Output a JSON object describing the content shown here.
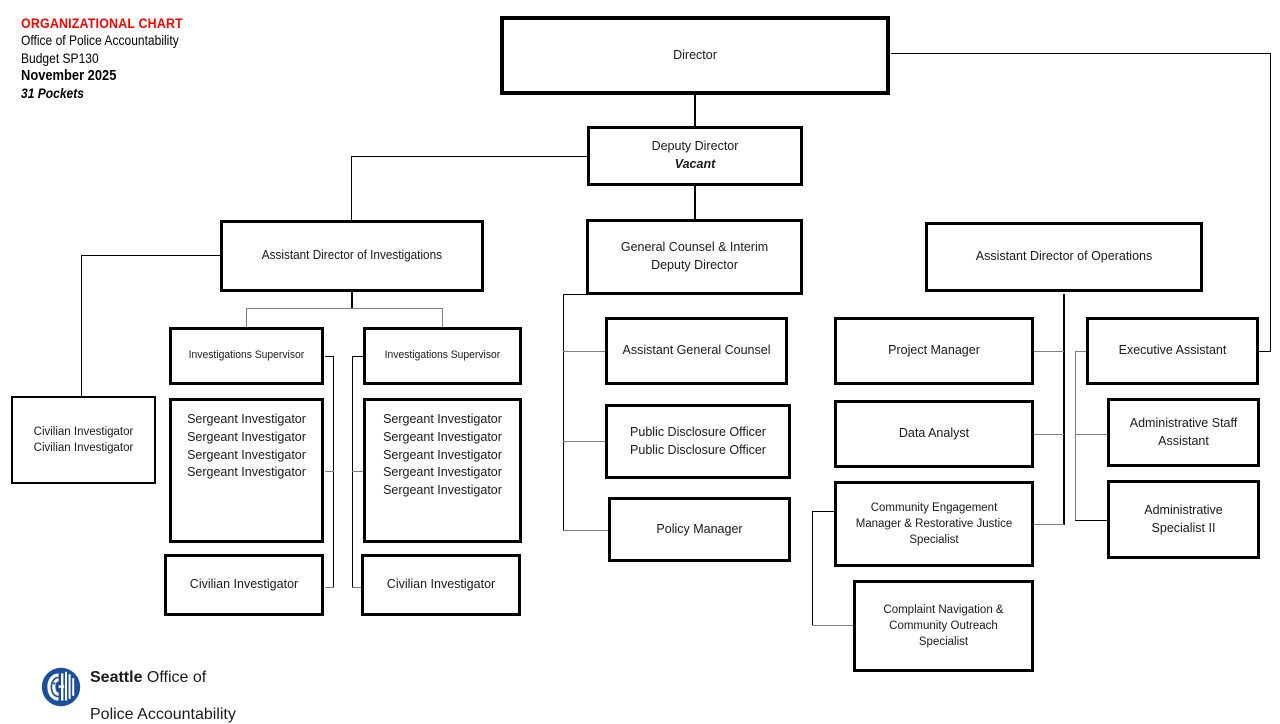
{
  "header": {
    "title": "ORGANIZATIONAL CHART",
    "office": "Office of Police Accountability",
    "budget": "Budget SP130",
    "date": "November 2025",
    "positions": "31 Pockets",
    "title_color": "#ff0000"
  },
  "logo": {
    "mark_name": "seattle-city-logo",
    "line1_bold": "Seattle",
    "line1_rest": " Office of",
    "line2": "Police Accountability",
    "color": "#1a4f9c"
  },
  "boxes": {
    "director": {
      "label": "Director"
    },
    "deputy_director": {
      "label": "Deputy Director",
      "status": "Vacant"
    },
    "asst_dir_investigations": {
      "label": "Assistant Director of Investigations"
    },
    "general_counsel": {
      "label": "General Counsel & Interim\nDeputy Director"
    },
    "asst_dir_operations": {
      "label": "Assistant Director of Operations"
    },
    "investigations_supervisor_1": {
      "label": "Investigations Supervisor"
    },
    "investigations_supervisor_2": {
      "label": "Investigations Supervisor"
    },
    "civilian_investigators_top": {
      "label": "Civilian Investigator\nCivilian Investigator"
    },
    "sergeant_investigators_left": {
      "label": "Sergeant Investigator\nSergeant Investigator\nSergeant Investigator\nSergeant Investigator"
    },
    "sergeant_investigators_right": {
      "label": "Sergeant Investigator\nSergeant Investigator\nSergeant Investigator\nSergeant Investigator\nSergeant Investigator"
    },
    "civilian_investigator_left": {
      "label": "Civilian Investigator"
    },
    "civilian_investigator_right": {
      "label": "Civilian Investigator"
    },
    "assistant_general_counsel": {
      "label": "Assistant General Counsel"
    },
    "public_disclosure_officers": {
      "label": "Public Disclosure Officer\nPublic Disclosure Officer"
    },
    "policy_manager": {
      "label": "Policy Manager"
    },
    "project_manager": {
      "label": "Project Manager"
    },
    "data_analyst": {
      "label": "Data Analyst"
    },
    "community_engagement_manager": {
      "label": "Community Engagement\nManager & Restorative Justice\nSpecialist"
    },
    "complaint_navigation_specialist": {
      "label": "Complaint Navigation &\nCommunity Outreach\nSpecialist"
    },
    "executive_assistant": {
      "label": "Executive Assistant"
    },
    "administrative_staff_assistant": {
      "label": "Administrative Staff\nAssistant"
    },
    "administrative_specialist_ii": {
      "label": "Administrative\nSpecialist II"
    }
  }
}
